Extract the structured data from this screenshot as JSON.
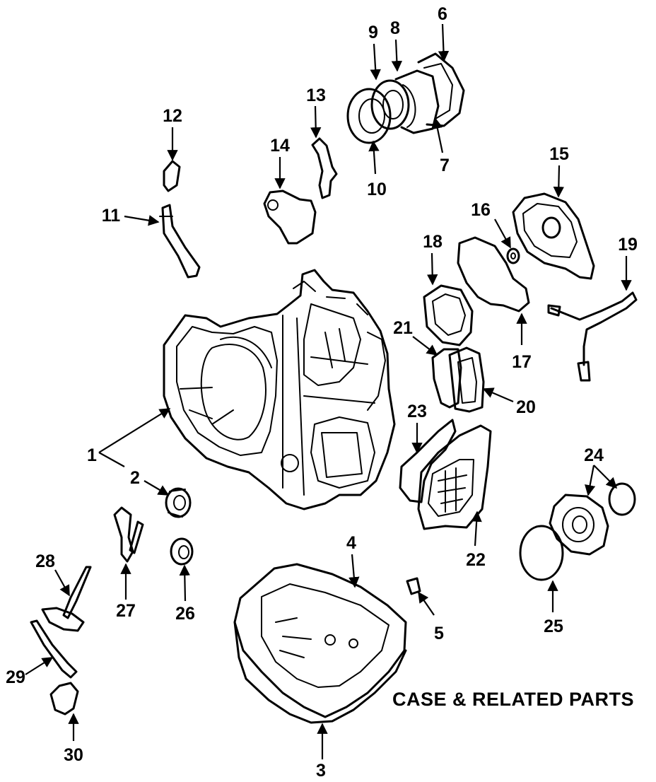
{
  "title": "CASE & RELATED PARTS",
  "callouts": [
    {
      "id": "1",
      "label": "1"
    },
    {
      "id": "2",
      "label": "2"
    },
    {
      "id": "3",
      "label": "3"
    },
    {
      "id": "4",
      "label": "4"
    },
    {
      "id": "5",
      "label": "5"
    },
    {
      "id": "6",
      "label": "6"
    },
    {
      "id": "7",
      "label": "7"
    },
    {
      "id": "8",
      "label": "8"
    },
    {
      "id": "9",
      "label": "9"
    },
    {
      "id": "10",
      "label": "10"
    },
    {
      "id": "11",
      "label": "11"
    },
    {
      "id": "12",
      "label": "12"
    },
    {
      "id": "13",
      "label": "13"
    },
    {
      "id": "14",
      "label": "14"
    },
    {
      "id": "15",
      "label": "15"
    },
    {
      "id": "16",
      "label": "16"
    },
    {
      "id": "17",
      "label": "17"
    },
    {
      "id": "18",
      "label": "18"
    },
    {
      "id": "19",
      "label": "19"
    },
    {
      "id": "20",
      "label": "20"
    },
    {
      "id": "21",
      "label": "21"
    },
    {
      "id": "22",
      "label": "22"
    },
    {
      "id": "23",
      "label": "23"
    },
    {
      "id": "24",
      "label": "24"
    },
    {
      "id": "25",
      "label": "25"
    },
    {
      "id": "26",
      "label": "26"
    },
    {
      "id": "27",
      "label": "27"
    },
    {
      "id": "28",
      "label": "28"
    },
    {
      "id": "29",
      "label": "29"
    },
    {
      "id": "30",
      "label": "30"
    }
  ]
}
